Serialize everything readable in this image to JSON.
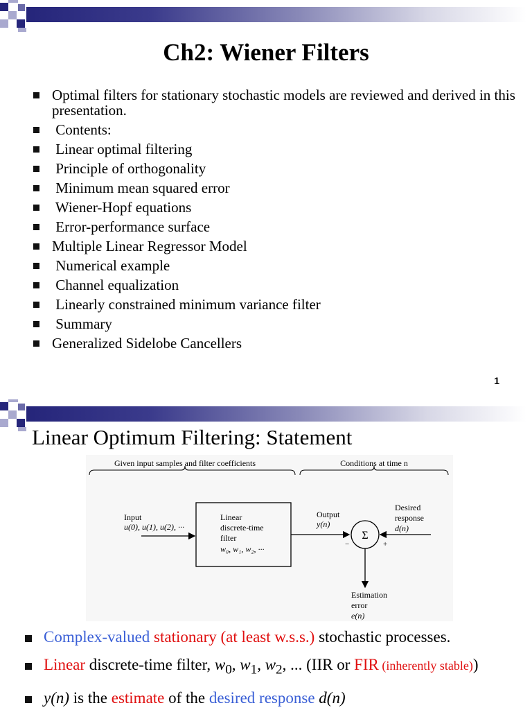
{
  "slide1": {
    "title": "Ch2: Wiener Filters",
    "bullets": [
      "Optimal filters for stationary stochastic models are reviewed and derived in this presentation.",
      " Contents:",
      " Linear optimal filtering",
      " Principle of orthogonality",
      " Minimum mean squared error",
      " Wiener-Hopf equations",
      " Error-performance surface",
      "Multiple Linear Regressor Model",
      " Numerical example",
      " Channel equalization",
      " Linearly constrained minimum variance filter",
      " Summary",
      "Generalized Sidelobe Cancellers"
    ],
    "page_number": "1"
  },
  "slide2": {
    "title": "Linear Optimum Filtering: Statement",
    "diagram": {
      "brace_left": "Given input samples and filter coefficients",
      "brace_right": "Conditions at time n",
      "input_label": "Input",
      "input_seq": "u(0), u(1), u(2), ···",
      "filter_l1": "Linear",
      "filter_l2": "discrete-time",
      "filter_l3": "filter",
      "filter_l4": "w₀, w₁, w₂, ···",
      "output_label": "Output",
      "output_sym": "y(n)",
      "desired_l1": "Desired",
      "desired_l2": "response",
      "desired_sym": "d(n)",
      "sum_symbol": "Σ",
      "minus": "−",
      "plus": "+",
      "err_l1": "Estimation",
      "err_l2": "error",
      "err_sym": "e(n)"
    },
    "b1": {
      "p1": "Complex-valued",
      "p2": " stationary (at least w.s.s.)",
      "p3": " stochastic processes."
    },
    "b2": {
      "p1": "Linear",
      "p2": " discrete-time filter, ",
      "w0": "w",
      "s0": "0",
      "c0": ", ",
      "w1": "w",
      "s1": "1",
      "c1": ", ",
      "w2": "w",
      "s2": "2",
      "rest": ", ... (IIR or ",
      "fir": "FIR",
      "inh": " (inherently stable)",
      "close": ")"
    },
    "b3": {
      "y": "y(n)",
      "t1": " is the ",
      "est": "estimate",
      "t2": " of the ",
      "des": "desired response",
      "d": " d(n)"
    }
  },
  "colors": {
    "navy": "#25257a",
    "blue": "#3a5fd6",
    "red": "#e01010"
  }
}
